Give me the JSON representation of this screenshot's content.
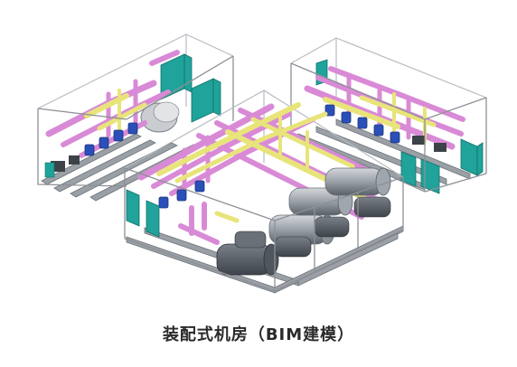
{
  "caption": "装配式机房（BIM建模）",
  "colors": {
    "frame": "#8c9096",
    "frame_dark": "#5c6066",
    "pipe_magenta": "#d98ad6",
    "pipe_yellow": "#e8e47a",
    "cabinet_teal": "#1fa39a",
    "pump_blue": "#2a4fb8",
    "chiller_grey": "#9aa0a8",
    "chiller_dark": "#4a5058"
  },
  "modules": [
    {
      "name": "left-skid-module",
      "chiller_count": 0
    },
    {
      "name": "right-skid-module",
      "chiller_count": 0
    },
    {
      "name": "center-chiller-module",
      "chiller_count": 4
    }
  ]
}
